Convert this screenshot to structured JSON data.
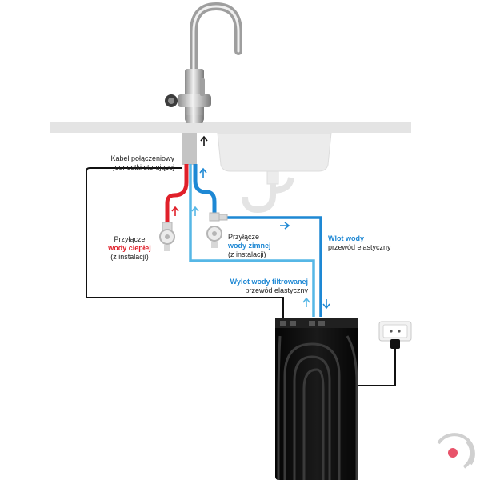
{
  "labels": {
    "cable_line1": "Kabel połączeniowy",
    "cable_line2": "jednostki sterującej",
    "hot_line1": "Przyłącze",
    "hot_line2": "wody ciepłej",
    "hot_line3": "(z instalacji)",
    "cold_line1": "Przyłącze",
    "cold_line2": "wody zimnej",
    "cold_line3": "(z instalacji)",
    "inlet_line1": "Wlot wody",
    "inlet_line2": "przewód elastyczny",
    "outlet_line1": "Wylot wody filtrowanej",
    "outlet_line2": "przewód elastyczny"
  },
  "colors": {
    "hot": "#e0202a",
    "cold": "#1e88d4",
    "filtered": "#56b7e6",
    "cable": "#111111",
    "countertop": "#e4e4e4",
    "unit": "#0c0c0c",
    "chrome": "#b5b5b5",
    "logo_ring": "#d0d0d0",
    "logo_dot": "#e8536a"
  },
  "icons": {
    "faucet": "faucet-icon",
    "socket": "power-socket-icon",
    "logo": "brand-logo-icon"
  }
}
